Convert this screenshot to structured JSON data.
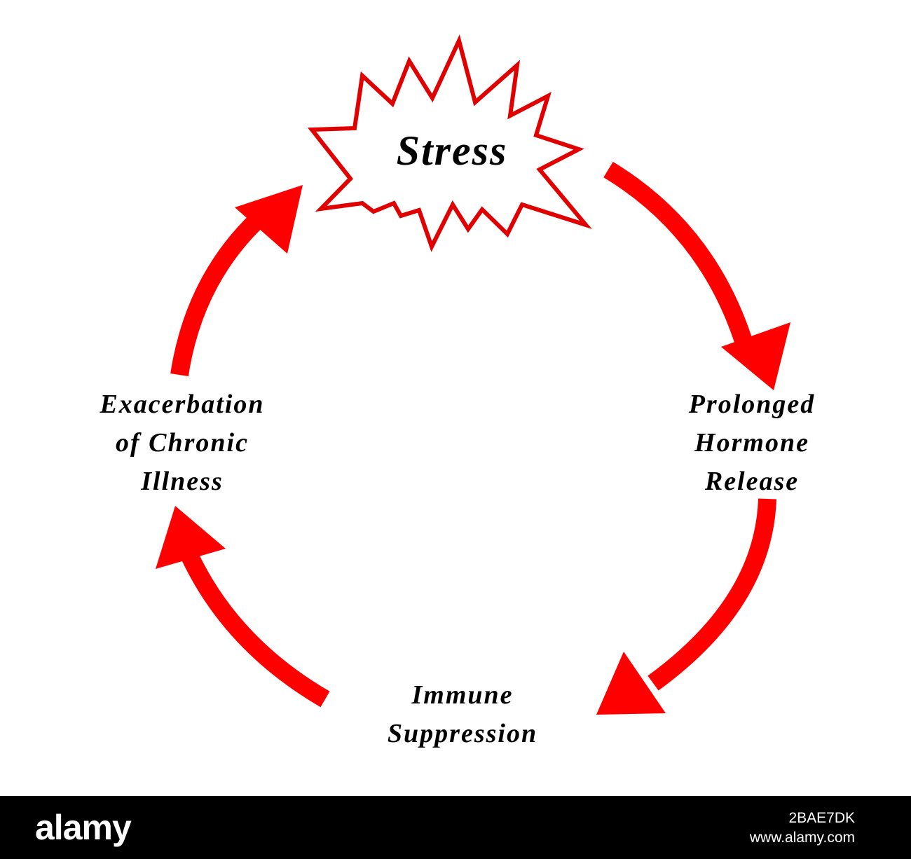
{
  "diagram": {
    "center_label": "Stress",
    "nodes": [
      {
        "id": "hormone",
        "lines": [
          "Prolonged",
          "Hormone",
          "Release"
        ]
      },
      {
        "id": "immune",
        "lines": [
          "Immune",
          "Suppression"
        ]
      },
      {
        "id": "exacerbation",
        "lines": [
          "Exacerbation",
          "of Chronic",
          "Illness"
        ]
      }
    ],
    "colors": {
      "arrow": "#ff0000",
      "burst_outline": "#e00000",
      "text": "#000000"
    }
  },
  "footer": {
    "logo": "alamy",
    "image_id": "2BAE7DK",
    "site": "www.alamy.com"
  }
}
